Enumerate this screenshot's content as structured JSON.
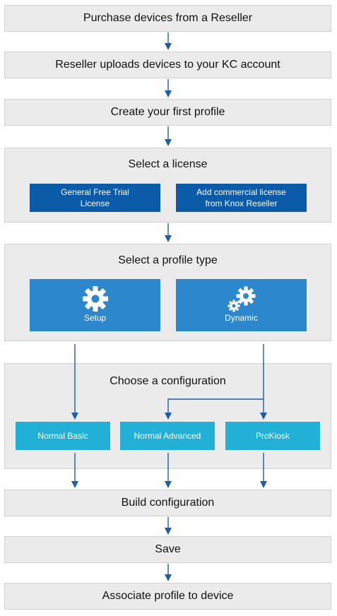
{
  "steps": {
    "purchase": "Purchase devices from a Reseller",
    "upload": "Reseller uploads devices to your KC account",
    "create_profile": "Create your first profile",
    "build": "Build configuration",
    "save": "Save",
    "associate": "Associate profile to device"
  },
  "license": {
    "title": "Select a license",
    "trial": "General Free Trial\nLicense",
    "commercial": "Add commercial license\nfrom Knox Reseller"
  },
  "profile_type": {
    "title": "Select a profile type",
    "setup": {
      "label": "Setup",
      "icon": "gear-icon"
    },
    "dynamic": {
      "label": "Dynamic",
      "icon": "gears-icon"
    }
  },
  "configuration": {
    "title": "Choose a configuration",
    "normal_basic": "Normal Basic",
    "normal_advanced": "Normal Advanced",
    "prokiosk": "ProKiosk"
  },
  "colors": {
    "step_bg": "#ebebeb",
    "license_button": "#0b5ba8",
    "profile_card": "#2d87cd",
    "config_button": "#22b0d6",
    "arrow": "#1e5ea8"
  }
}
